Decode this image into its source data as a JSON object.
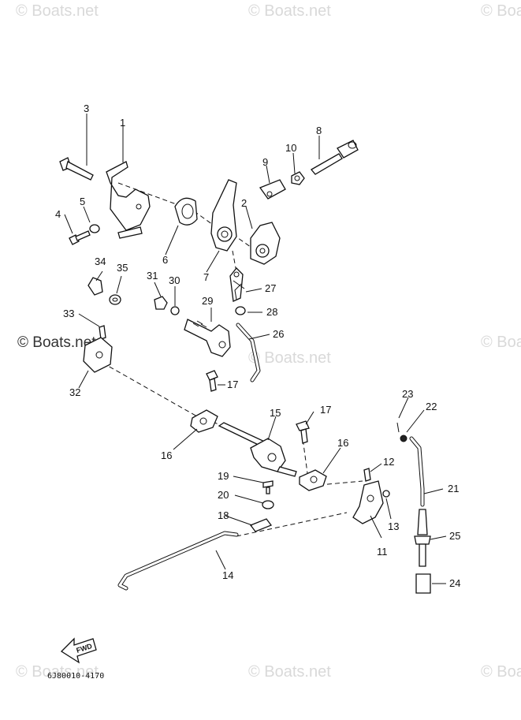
{
  "watermark": "© Boats.net",
  "diagram_code": "6J80010-4170",
  "fwd_label": "FWD",
  "callouts": {
    "p1": "1",
    "p2": "2",
    "p3": "3",
    "p4": "4",
    "p5": "5",
    "p6": "6",
    "p7": "7",
    "p8": "8",
    "p9": "9",
    "p10": "10",
    "p11": "11",
    "p12": "12",
    "p13": "13",
    "p14": "14",
    "p15": "15",
    "p16a": "16",
    "p16b": "16",
    "p17a": "17",
    "p17b": "17",
    "p18": "18",
    "p19": "19",
    "p20": "20",
    "p21": "21",
    "p22": "22",
    "p23": "23",
    "p24": "24",
    "p25": "25",
    "p26": "26",
    "p27": "27",
    "p28": "28",
    "p29": "29",
    "p30": "30",
    "p31": "31",
    "p32": "32",
    "p33": "33",
    "p34": "34",
    "p35": "35"
  }
}
